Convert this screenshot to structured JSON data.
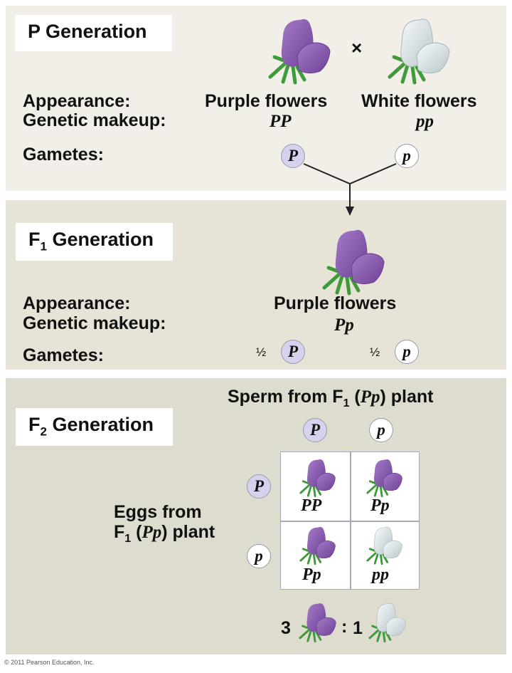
{
  "p_generation": {
    "title": "P Generation",
    "appearance_label": "Appearance:",
    "genetic_label": "Genetic makeup:",
    "gametes_label": "Gametes:",
    "cross_symbol": "×",
    "parent_left": {
      "appearance": "Purple flowers",
      "genotype": "PP",
      "gamete": "P",
      "flower": "purple-flower"
    },
    "parent_right": {
      "appearance": "White flowers",
      "genotype": "pp",
      "gamete": "p",
      "flower": "white-flower"
    }
  },
  "f1_generation": {
    "title_main": "F",
    "title_sub": "1",
    "title_rest": " Generation",
    "appearance_label": "Appearance:",
    "genetic_label": "Genetic makeup:",
    "gametes_label": "Gametes:",
    "appearance": "Purple flowers",
    "genotype": "Pp",
    "gametes": [
      {
        "fraction": "1/2",
        "allele": "P"
      },
      {
        "fraction": "1/2",
        "allele": "p"
      }
    ]
  },
  "f2_generation": {
    "title_main": "F",
    "title_sub": "2",
    "title_rest": " Generation",
    "sperm_label": {
      "pre": "Sperm from F",
      "sub": "1",
      "geno": "Pp",
      "post": " plant"
    },
    "eggs_label": {
      "line1": "Eggs from",
      "pre": "F",
      "sub": "1",
      "geno": "Pp",
      "post": " plant"
    },
    "sperm_alleles": [
      "P",
      "p"
    ],
    "egg_alleles": [
      "P",
      "p"
    ],
    "punnett": [
      {
        "genotype": "PP",
        "phenotype": "purple"
      },
      {
        "genotype": "Pp",
        "phenotype": "purple"
      },
      {
        "genotype": "Pp",
        "phenotype": "purple"
      },
      {
        "genotype": "pp",
        "phenotype": "white"
      }
    ],
    "ratio": {
      "purple_count": "3",
      "separator": ":",
      "white_count": "1"
    }
  },
  "colors": {
    "purple_petal": "#8a5bb0",
    "white_petal": "#e4ecee",
    "stem": "#3f9a3a",
    "dominant_gamete": "#d4d2ec"
  },
  "copyright": "© 2011 Pearson Education, Inc."
}
